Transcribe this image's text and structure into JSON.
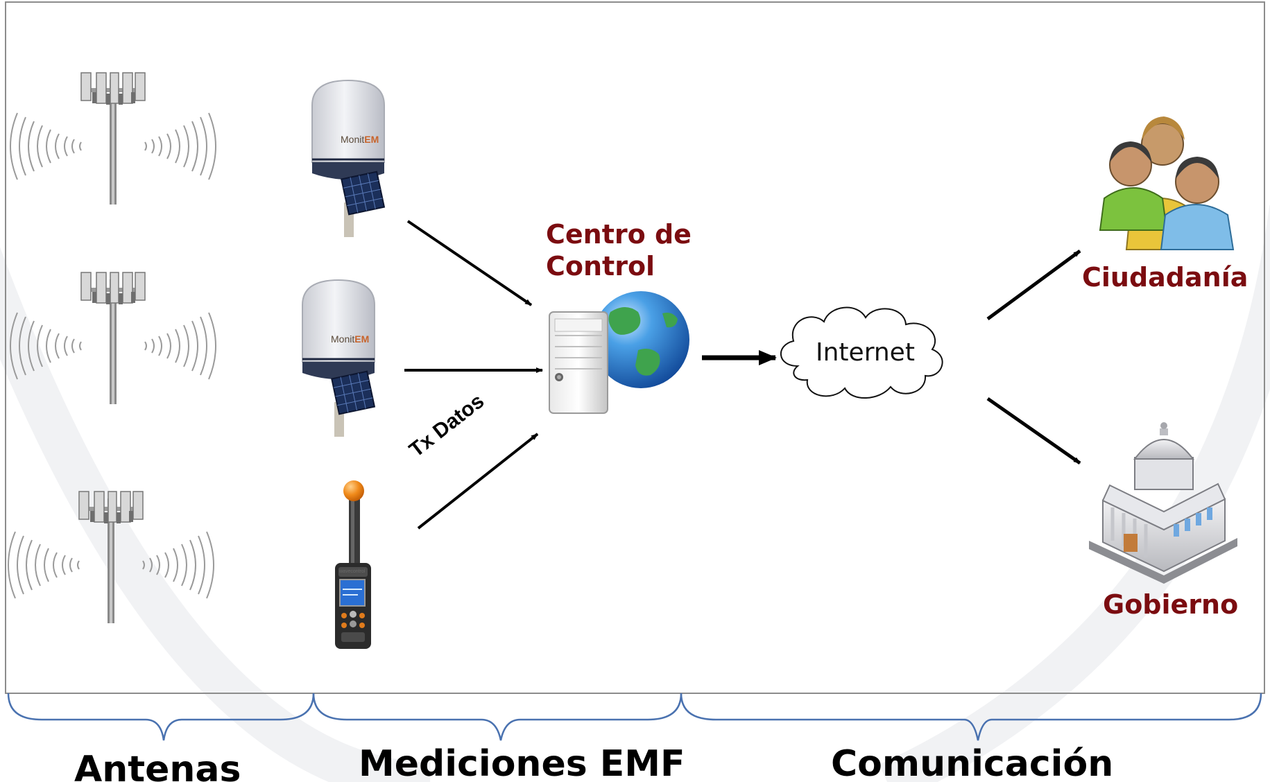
{
  "colors": {
    "label_red": "#7b0c10",
    "brace_blue": "#4a72b0",
    "arrow": "#000000"
  },
  "nodes": {
    "control_center_line1": "Centro de",
    "control_center_line2": "Control",
    "internet": "Internet",
    "citizens": "Ciudadanía",
    "government": "Gobierno",
    "data_tx": "Tx Datos"
  },
  "sections": {
    "antennas": "Antenas",
    "measurements": "Mediciones EMF",
    "communication": "Comunicación"
  },
  "devices": {
    "probe_brand_prefix": "Monit",
    "probe_brand_suffix": "EM",
    "meter_brand": "wavecontrol"
  },
  "icons": [
    "cell-tower-icon",
    "emf-monitor-probe-icon",
    "handheld-emf-meter-icon",
    "server-globe-icon",
    "cloud-icon",
    "people-group-icon",
    "government-building-icon"
  ]
}
